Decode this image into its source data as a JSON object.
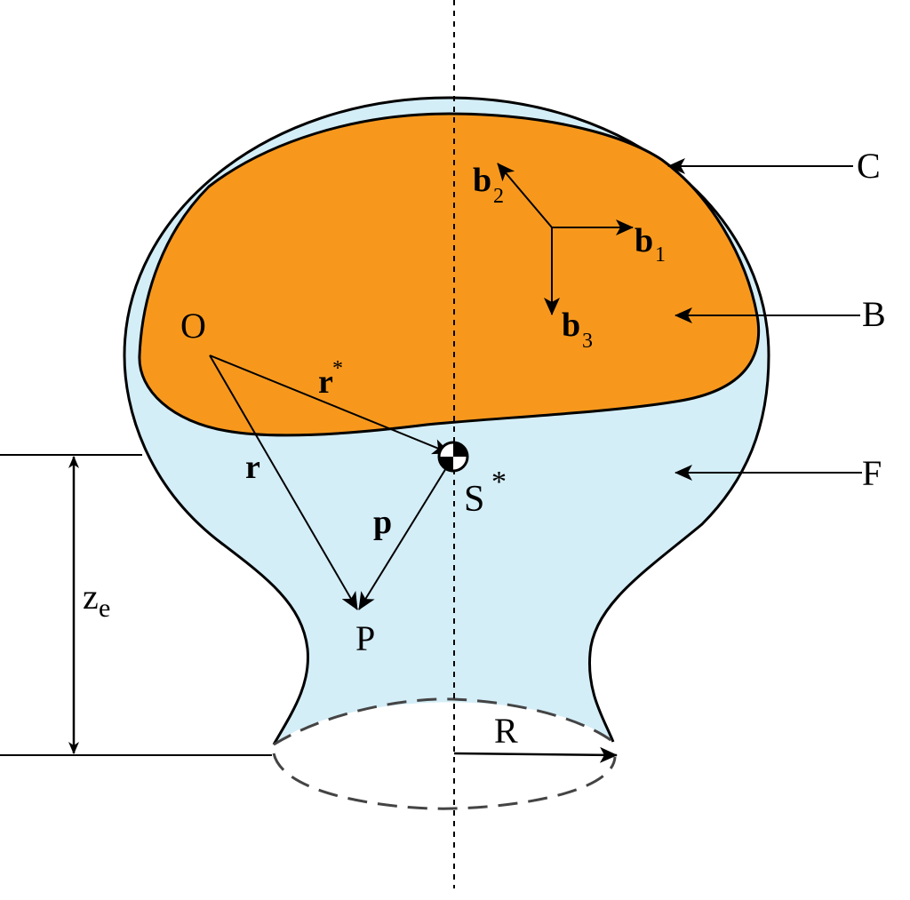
{
  "colors": {
    "fluid": "#d4eef8",
    "body": "#f7981d",
    "stroke": "#000000",
    "background": "#ffffff"
  },
  "labels": {
    "container": "C",
    "body": "B",
    "fluid": "F",
    "origin": "O",
    "point": "P",
    "center_main": "S",
    "center_star": "*",
    "radius": "R",
    "ze_main": "z",
    "ze_sub": "e",
    "r_star_main": "r",
    "r_star_sup": "*",
    "r_vec": "r",
    "p_vec": "p",
    "b1_main": "b",
    "b1_sub": "1",
    "b2_main": "b",
    "b2_sub": "2",
    "b3_main": "b",
    "b3_sub": "3"
  }
}
